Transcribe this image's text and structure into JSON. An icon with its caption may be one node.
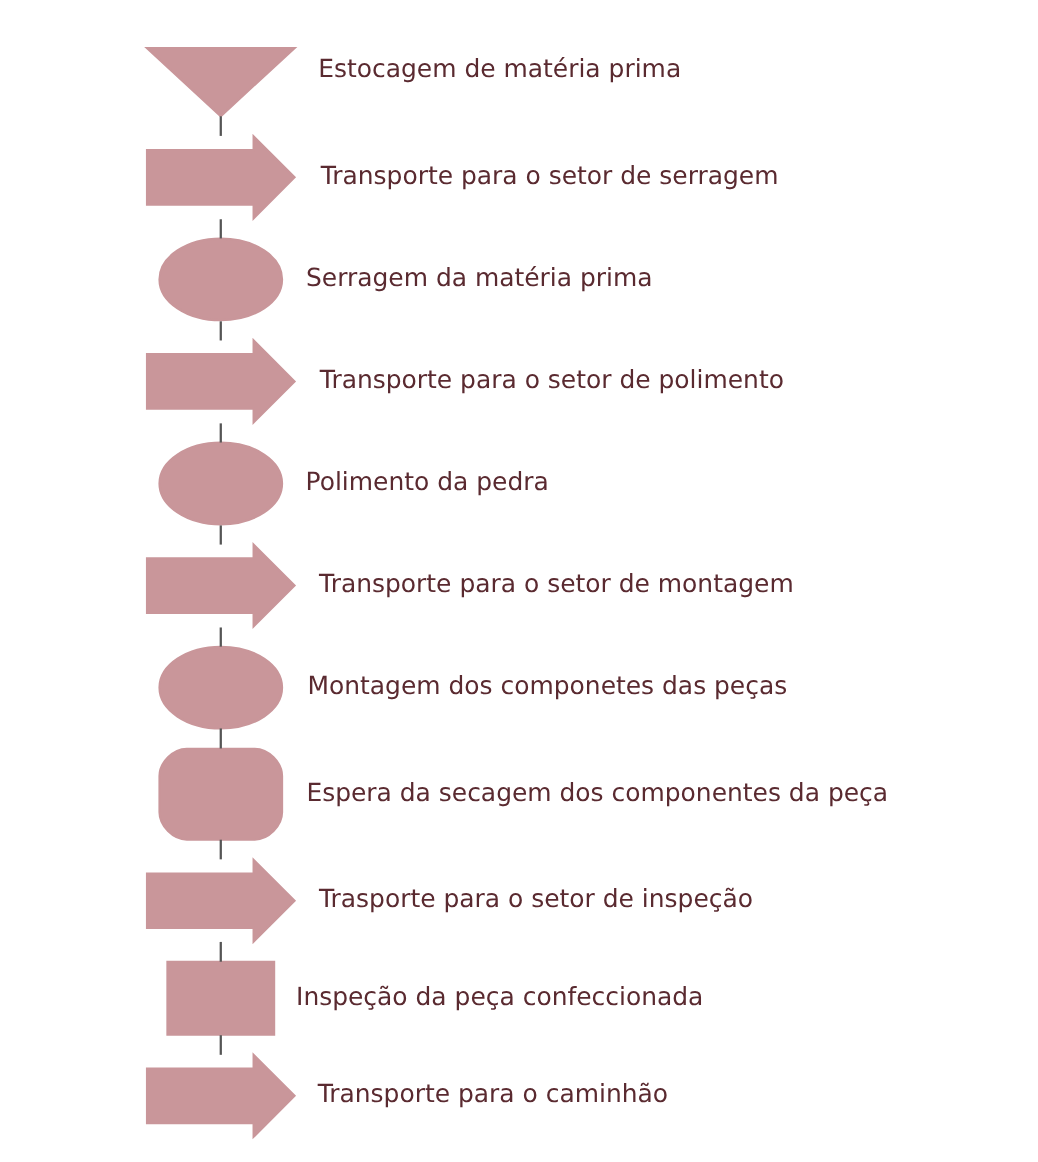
{
  "diagram": {
    "nodes": [
      {
        "text": [],
        "shape": "triangle",
        "beside": [
          "Estocagem de matéria prima"
        ]
      },
      {
        "text": [],
        "shape": "arrow",
        "beside": [
          "Transporte para o setor de serragem"
        ]
      },
      {
        "text": [],
        "shape": "circle",
        "beside": [
          "Serragem da matéria prima"
        ]
      },
      {
        "text": [],
        "shape": "arrow",
        "beside": [
          "Transporte para o setor de polimento"
        ]
      },
      {
        "text": [],
        "shape": "circle",
        "beside": [
          "Polimento da pedra"
        ]
      },
      {
        "text": [],
        "shape": "arrow",
        "beside": [
          "Transporte para o setor de montagem"
        ]
      },
      {
        "text": [],
        "shape": "circle",
        "beside": [
          "Montagem dos componetes das peças"
        ]
      },
      {
        "text": [],
        "shape": "delay",
        "beside": [
          "Espera da secagem dos componentes da peça"
        ]
      },
      {
        "text": [],
        "shape": "arrow",
        "beside": [
          "Trasporte para o setor de inspeção"
        ]
      },
      {
        "text": [],
        "shape": "square",
        "beside": [
          "Inspeção da peça confeccionada"
        ]
      },
      {
        "text": [],
        "shape": "arrow",
        "beside": [
          "Transporte para o caminhão"
        ]
      }
    ],
    "edges": [
      {
        "from": 0,
        "to": 1,
        "arrow": "none"
      },
      {
        "from": 1,
        "to": 2,
        "arrow": "none"
      },
      {
        "from": 2,
        "to": 3,
        "arrow": "none"
      },
      {
        "from": 3,
        "to": 4,
        "arrow": "none"
      },
      {
        "from": 4,
        "to": 5,
        "arrow": "none"
      },
      {
        "from": 5,
        "to": 6,
        "arrow": "none"
      },
      {
        "from": 6,
        "to": 7,
        "arrow": "none"
      },
      {
        "from": 7,
        "to": 8,
        "arrow": "none"
      },
      {
        "from": 8,
        "to": 9,
        "arrow": "none"
      },
      {
        "from": 9,
        "to": 10,
        "arrow": "none"
      }
    ]
  }
}
